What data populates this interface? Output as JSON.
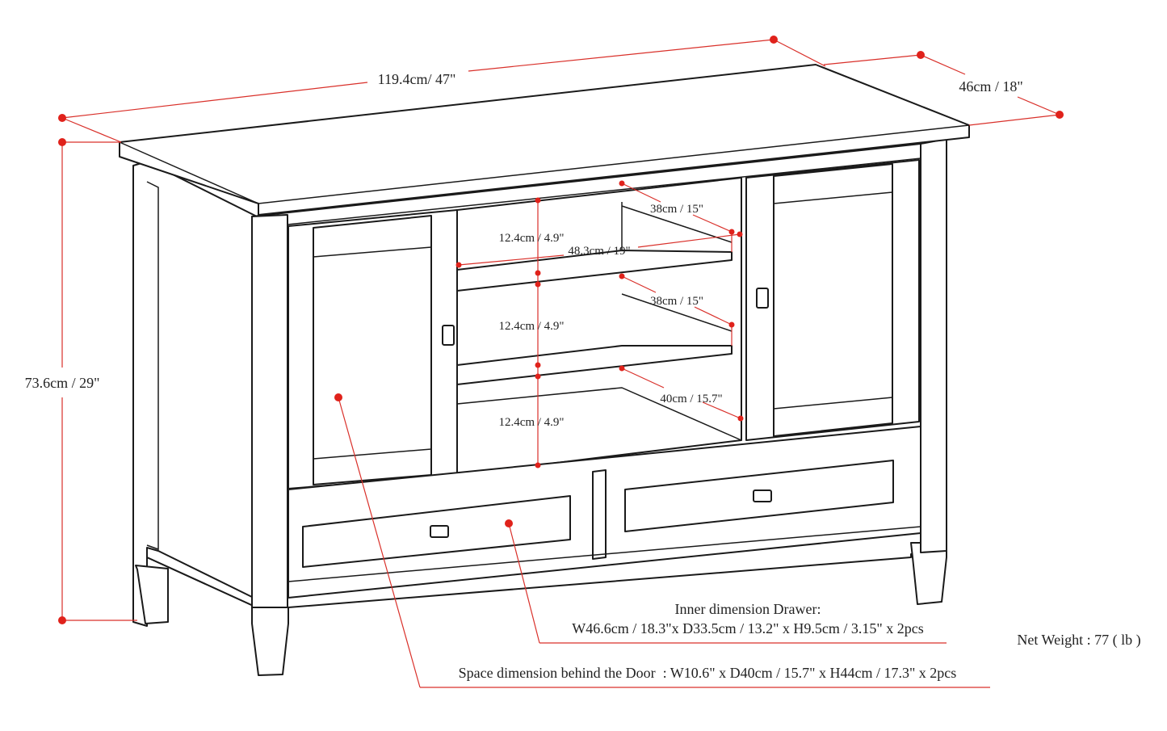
{
  "dimensions": {
    "overall_width": "119.4cm/ 47\"",
    "overall_depth": "46cm / 18\"",
    "overall_height": "73.6cm / 29\""
  },
  "shelves": {
    "top_depth": "38cm / 15\"",
    "top_height": "12.4cm / 4.9\"",
    "inner_width": "48.3cm / 19\"",
    "middle_depth": "38cm / 15\"",
    "middle_height": "12.4cm / 4.9\"",
    "bottom_depth": "40cm / 15.7\"",
    "bottom_height": "12.4cm / 4.9\""
  },
  "notes": {
    "drawer_title": "Inner dimension Drawer:",
    "drawer_dims": "W46.6cm / 18.3\"x D33.5cm / 13.2\" x H9.5cm / 3.15\" x 2pcs",
    "door_space": "Space dimension behind the Door  : W10.6\" x D40cm / 15.7\" x H44cm / 17.3\" x 2pcs",
    "net_weight": "Net Weight : 77 ( lb )"
  },
  "colors": {
    "dimension_line": "#d9302a",
    "outline": "#1a1a1a",
    "background": "#ffffff"
  }
}
